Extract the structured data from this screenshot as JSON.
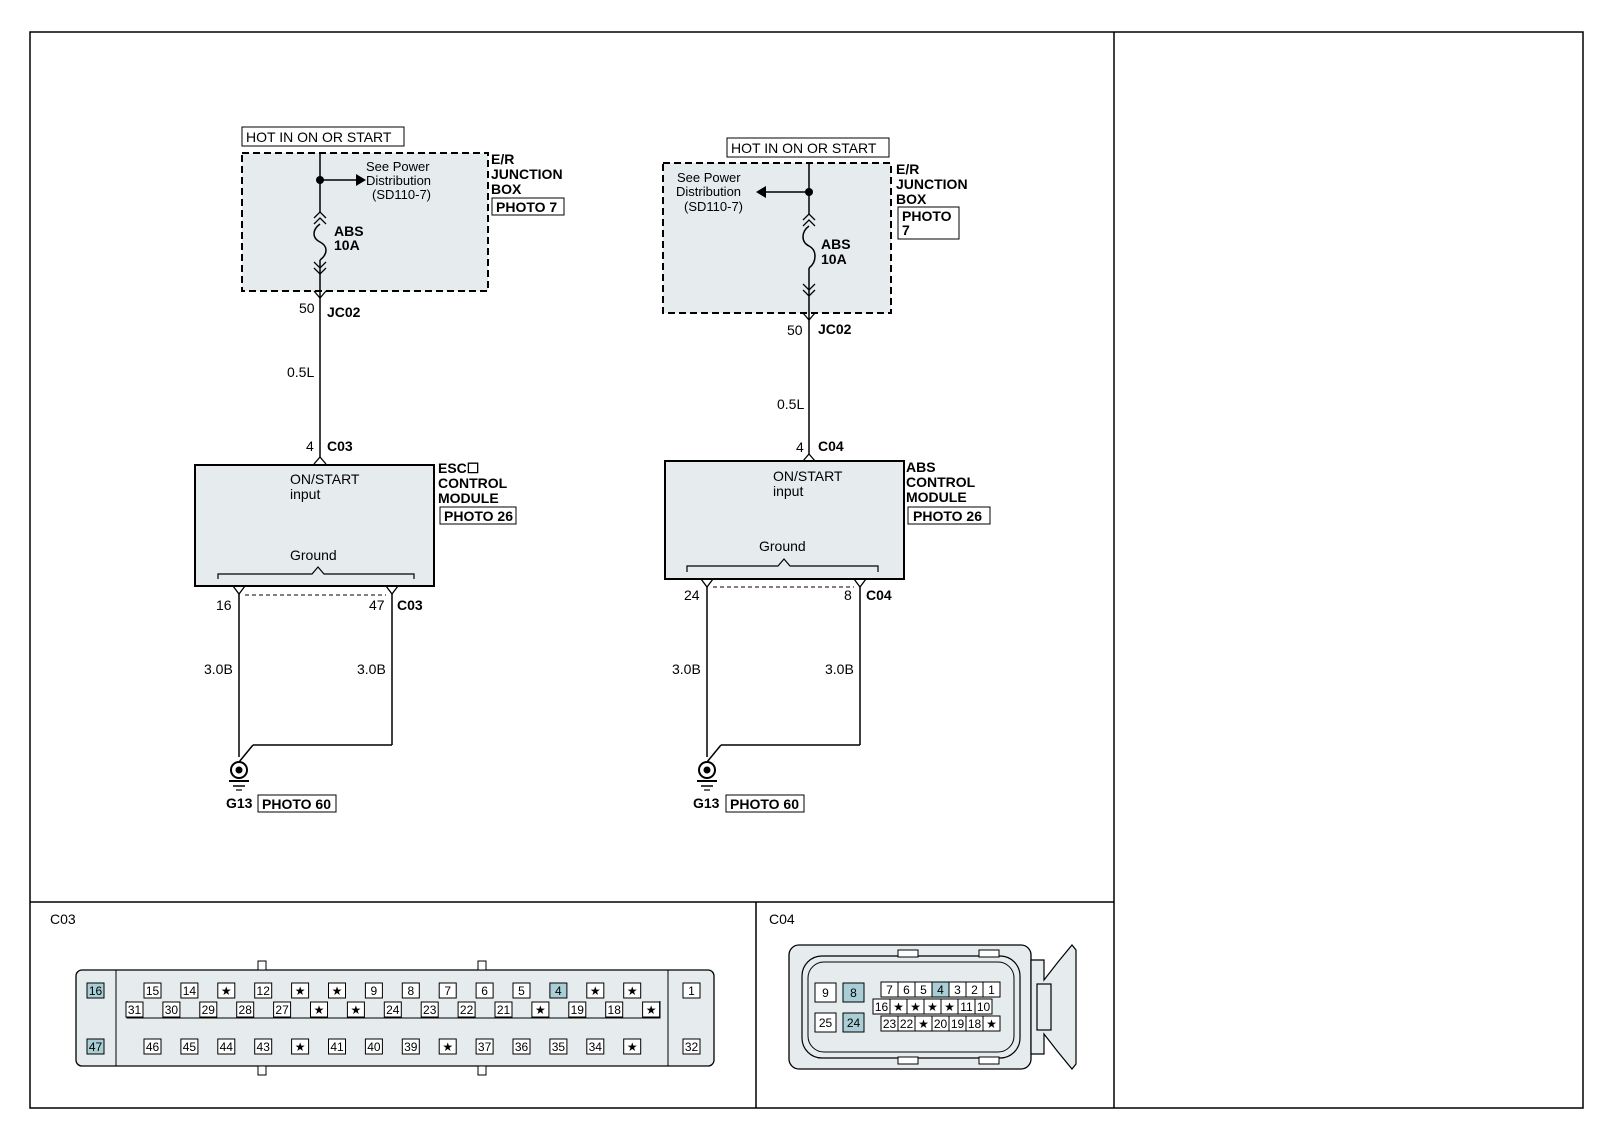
{
  "left": {
    "hot_label": "HOT IN ON OR START",
    "jb_name": [
      "E/R",
      "JUNCTION",
      "BOX"
    ],
    "jb_photo": "PHOTO 7",
    "see_power": [
      "See Power",
      "Distribution",
      "(SD110-7)"
    ],
    "fuse_name": "ABS",
    "fuse_rating": "10A",
    "jc_pin": "50",
    "jc_conn": "JC02",
    "wire_top": "0.5L",
    "mod_pin": "4",
    "mod_conn": "C03",
    "mod_name": [
      "ESC☐",
      "CONTROL",
      "MODULE"
    ],
    "mod_photo": "PHOTO 26",
    "on_start": [
      "ON/START",
      "input"
    ],
    "ground_label": "Ground",
    "gnd_pin_a": "16",
    "gnd_pin_b": "47",
    "gnd_conn": "C03",
    "wire_a": "3.0B",
    "wire_b": "3.0B",
    "gnd_name": "G13",
    "gnd_photo": "PHOTO 60"
  },
  "right": {
    "hot_label": "HOT IN ON OR START",
    "jb_name": [
      "E/R",
      "JUNCTION",
      "BOX"
    ],
    "jb_photo": [
      "PHOTO",
      "7"
    ],
    "see_power": [
      "See Power",
      "Distribution",
      "(SD110-7)"
    ],
    "fuse_name": "ABS",
    "fuse_rating": "10A",
    "jc_pin": "50",
    "jc_conn": "JC02",
    "wire_top": "0.5L",
    "mod_pin": "4",
    "mod_conn": "C04",
    "mod_name": [
      "ABS",
      "CONTROL",
      "MODULE"
    ],
    "mod_photo": "PHOTO 26",
    "on_start": [
      "ON/START",
      "input"
    ],
    "ground_label": "Ground",
    "gnd_pin_a": "24",
    "gnd_pin_b": "8",
    "gnd_conn": "C04",
    "wire_a": "3.0B",
    "wire_b": "3.0B",
    "gnd_name": "G13",
    "gnd_photo": "PHOTO 60"
  },
  "c03": {
    "title": "C03",
    "top_row": [
      "15",
      "14",
      "★",
      "12",
      "★",
      "★",
      "9",
      "8",
      "7",
      "6",
      "5",
      "4",
      "★",
      "★"
    ],
    "mid_row": [
      "31",
      "30",
      "29",
      "28",
      "27",
      "★",
      "★",
      "24",
      "23",
      "22",
      "21",
      "★",
      "19",
      "18",
      "★"
    ],
    "bottom_row": [
      "46",
      "45",
      "44",
      "43",
      "★",
      "41",
      "40",
      "39",
      "★",
      "37",
      "36",
      "35",
      "34",
      "★"
    ],
    "left_top": "16",
    "left_bottom": "47",
    "right_top": "1",
    "right_bottom": "32",
    "highlight_pins": [
      "16",
      "47",
      "4"
    ],
    "highlight_color": "#a9ced6"
  },
  "c04": {
    "title": "C04",
    "big_pins": [
      "9",
      "8",
      "25",
      "24"
    ],
    "top_row": [
      "7",
      "6",
      "5",
      "4",
      "3",
      "2",
      "1"
    ],
    "bottom_row": [
      "16",
      "★",
      "★",
      "★",
      "★",
      "11",
      "10"
    ],
    "third_row": [
      "23",
      "22",
      "★",
      "20",
      "19",
      "18",
      "★"
    ],
    "highlight_pins": [
      "8",
      "24",
      "4"
    ],
    "highlight_color": "#a9ced6"
  },
  "colors": {
    "box_fill": "#e6ecee",
    "line": "#000000",
    "highlight": "#a9ced6"
  }
}
